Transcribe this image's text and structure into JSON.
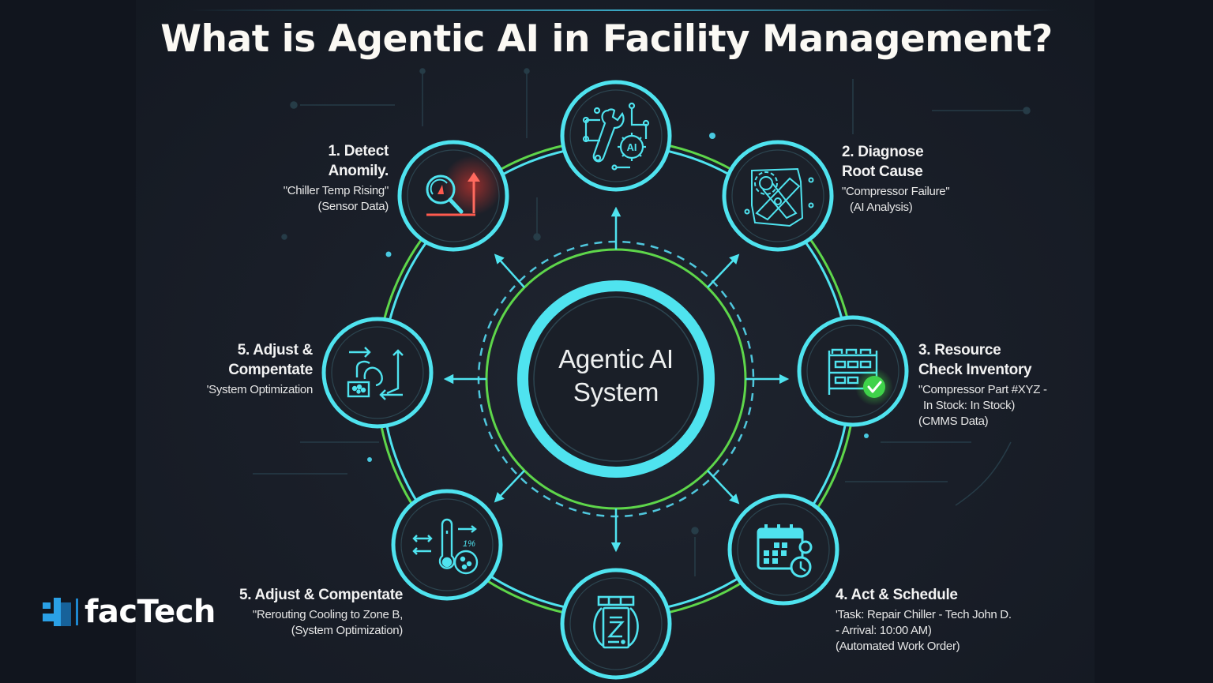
{
  "title": "What is Agentic AI in Facility Management?",
  "center": {
    "line1": "Agentic AI",
    "line2": "System"
  },
  "steps": [
    {
      "id": "detect",
      "heading_line1": "1. Detect",
      "heading_line2": "Anomily.",
      "detail_line1": "\"Chiller Temp Rising\"",
      "detail_line2": "(Sensor Data)",
      "icon": "magnifier-gauge-alert-icon"
    },
    {
      "id": "diagnose",
      "heading_line1": "2. Diagnose",
      "heading_line2": "Root Cause",
      "detail_line1": "\"Compressor Failure\"",
      "detail_line2": "(AI Analysis)",
      "icon": "gear-broken-tool-icon"
    },
    {
      "id": "resource",
      "heading_line1": "3. Resource",
      "heading_line2": "Check Inventory",
      "detail_line1": "\"Compressor Part #XYZ -",
      "detail_line2": "In Stock: In Stock)",
      "detail_line3": "(CMMS Data)",
      "icon": "inventory-shelf-check-icon"
    },
    {
      "id": "act",
      "heading_line1": "4. Act & Schedule",
      "detail_line1": "'Task: Repair Chiller - Tech John D.",
      "detail_line2": "- Arrival: 10:00 AM)",
      "detail_line3": "(Automated Work Order)",
      "icon": "calendar-technician-clock-icon"
    },
    {
      "id": "adjust-bottom",
      "heading_line1": "5. Adjust & Compentate",
      "detail_line1": "\"Rerouting Cooling to Zone B,",
      "detail_line2": "(System Optimization)",
      "icon": "thermometer-airflow-icon"
    },
    {
      "id": "adjust-left",
      "heading_line1": "5. Adjust &",
      "heading_line2": "Compentate",
      "detail_line1": "'System Optimization",
      "icon": "reroute-arrows-panel-icon"
    }
  ],
  "extra_nodes": [
    {
      "id": "top",
      "icon": "wrench-ai-gear-icon",
      "icon_text": "AI"
    },
    {
      "id": "bottom",
      "icon": "work-order-device-icon"
    }
  ],
  "brand": {
    "name": "facTech"
  },
  "colors": {
    "background": "#11151e",
    "panel": "#1b2029",
    "cyan": "#4fe3ef",
    "green": "#5ed64a",
    "alert_red": "#ff5a4e",
    "check_green": "#3fd24a",
    "brand_blue": "#1e88d0",
    "text": "#f3f3f3"
  }
}
